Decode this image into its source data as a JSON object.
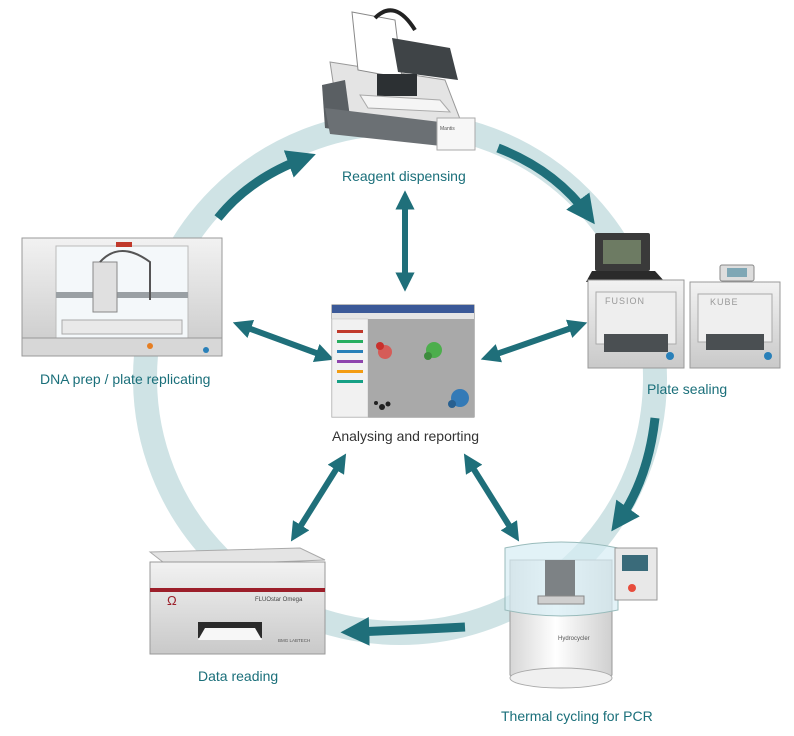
{
  "diagram": {
    "colors": {
      "ring": "#cfe3e5",
      "arrow": "#1f6f7a",
      "label": "#1a6f7a",
      "center_label": "#333333"
    },
    "stations": {
      "reagent": {
        "label": "Reagent dispensing",
        "brand": "Mantis"
      },
      "sealing": {
        "label": "Plate sealing",
        "brand_fusion": "FUSION",
        "brand_kube": "KUBE"
      },
      "pcr": {
        "label": "Thermal cycling for PCR",
        "brand": "Hydrocycler"
      },
      "reading": {
        "label": "Data reading",
        "brand": "FLUOstar Omega",
        "maker": "BMG LABTECH"
      },
      "dnaprep": {
        "label": "DNA prep / plate replicating"
      },
      "analysis": {
        "label": "Analysing and reporting"
      }
    }
  }
}
